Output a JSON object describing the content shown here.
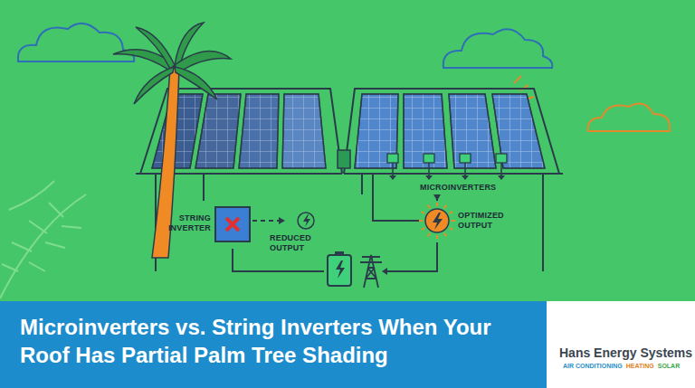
{
  "diagram": {
    "title": "Microinverters vs. String Inverters When Your Roof Has Partial Palm Tree Shading",
    "nodes": [
      {
        "text": [
          "STRING INVERTER"
        ]
      },
      {
        "text": [
          "REDUCED OUTPUT"
        ]
      },
      {
        "text": [
          "MICROINVERTERS"
        ]
      },
      {
        "text": [
          "OPTIMIZED OUTPUT"
        ]
      }
    ],
    "edges": [
      {
        "from": 0,
        "to": 1,
        "arrow": "to"
      },
      {
        "from": 2,
        "to": 3,
        "arrow": "to"
      }
    ],
    "labels": [
      "Hans Energy Systems",
      "AIR CONDITIONING",
      "HEATING",
      "SOLAR"
    ]
  }
}
